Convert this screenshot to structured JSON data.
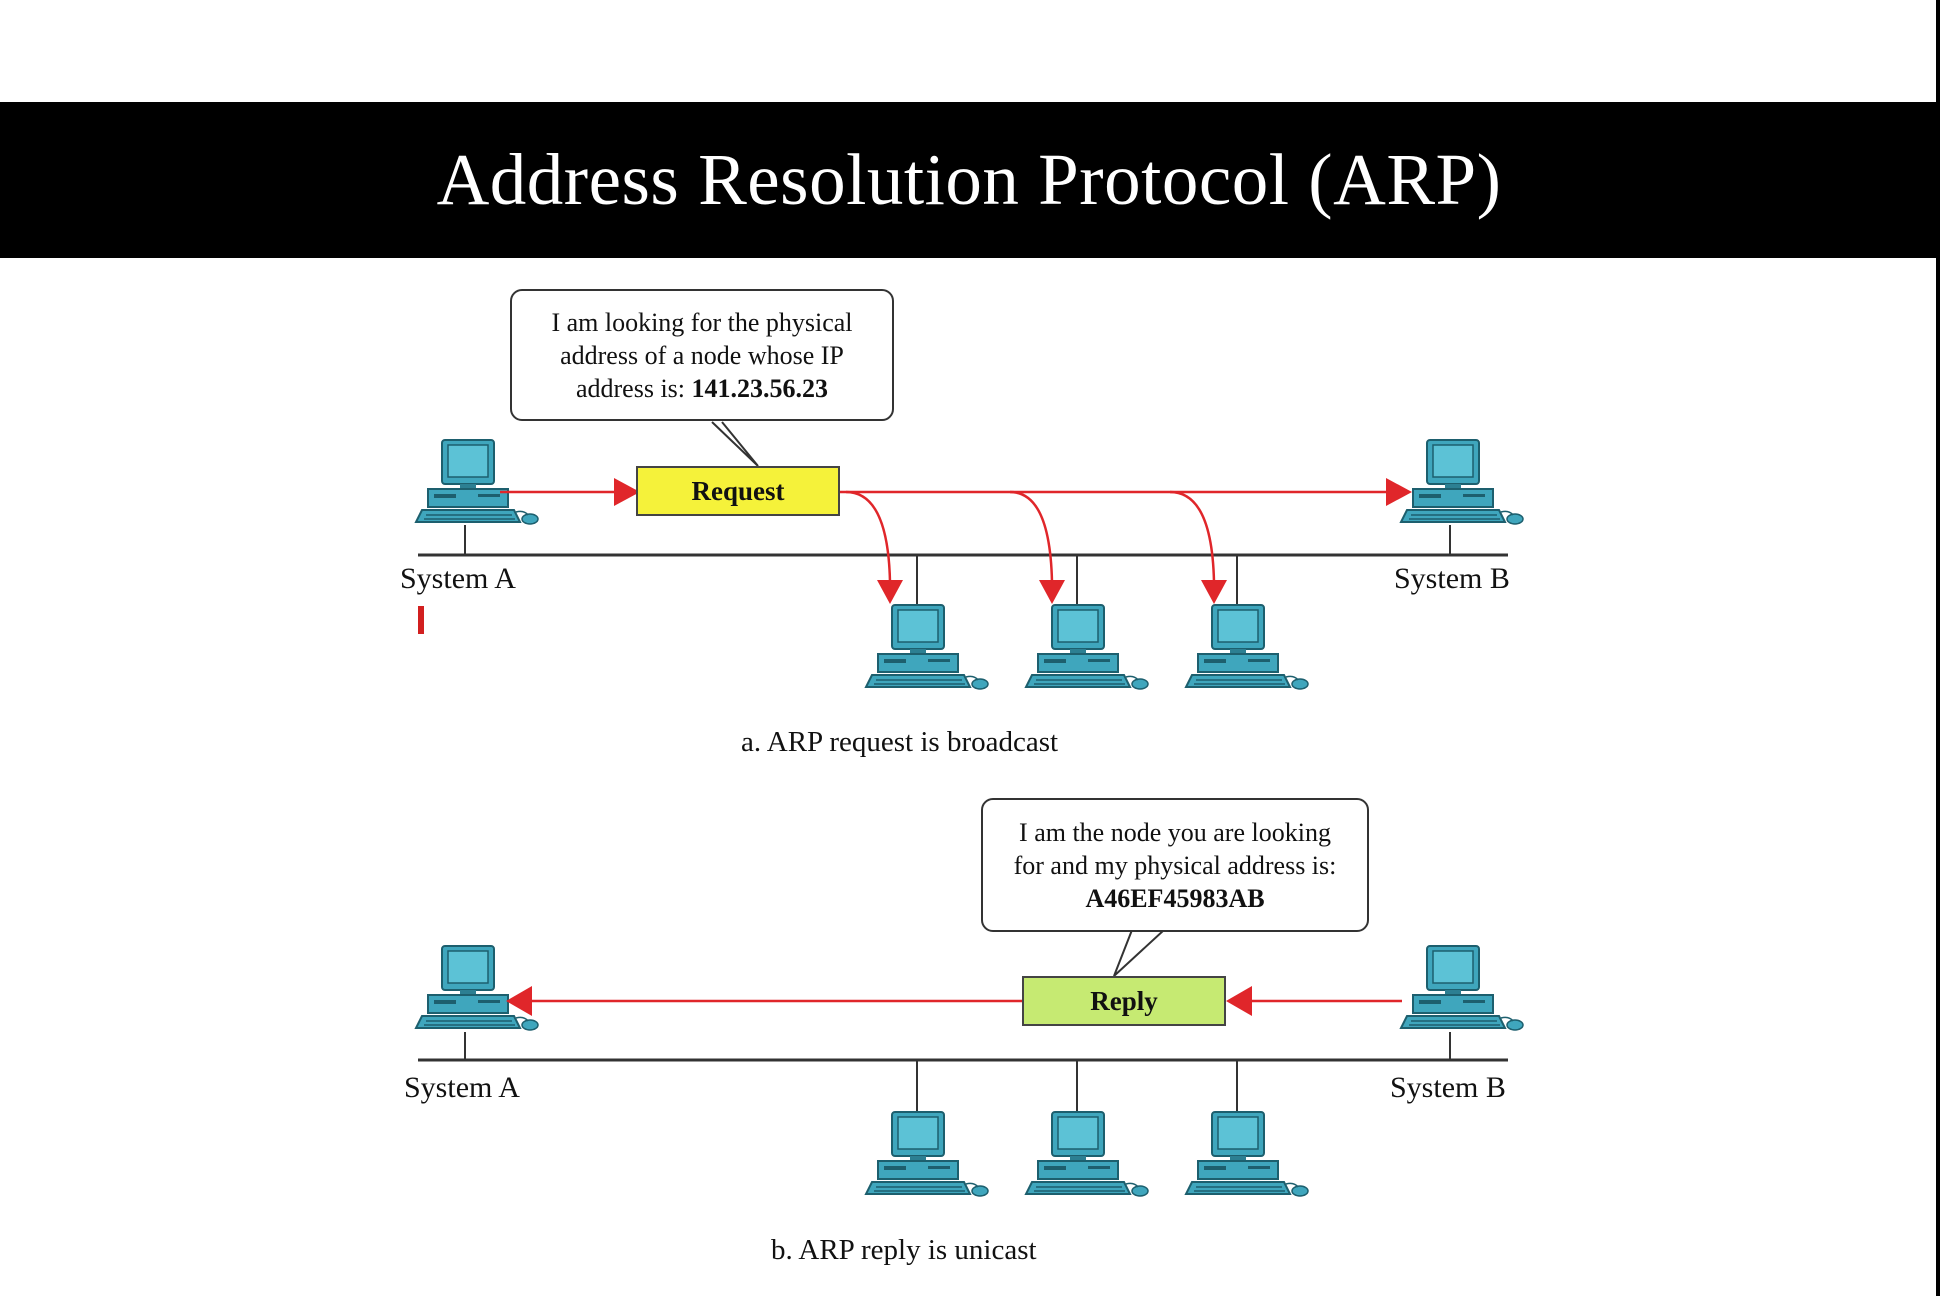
{
  "title": "Address Resolution Protocol (ARP)",
  "colors": {
    "title_bar": "#000000",
    "arrow": "#e0262a",
    "request_packet": "#f5f23a",
    "reply_packet": "#c6ea72",
    "computer": "#3fa6bd"
  },
  "request_panel": {
    "callout_lines": [
      "I am looking for the physical",
      "address of a node whose IP",
      "address is: "
    ],
    "callout_ip": "141.23.56.23",
    "packet_label": "Request",
    "system_a": "System A",
    "system_b": "System B",
    "caption": "a. ARP request is broadcast"
  },
  "reply_panel": {
    "callout_lines": [
      "I am the node you are looking",
      "for and my physical address is:"
    ],
    "callout_mac": "A46EF45983AB",
    "packet_label": "Reply",
    "system_a": "System A",
    "system_b": "System B",
    "caption": "b. ARP reply is unicast"
  },
  "icons": [
    "computer-icon",
    "computer-icon",
    "computer-icon",
    "computer-icon",
    "computer-icon"
  ]
}
